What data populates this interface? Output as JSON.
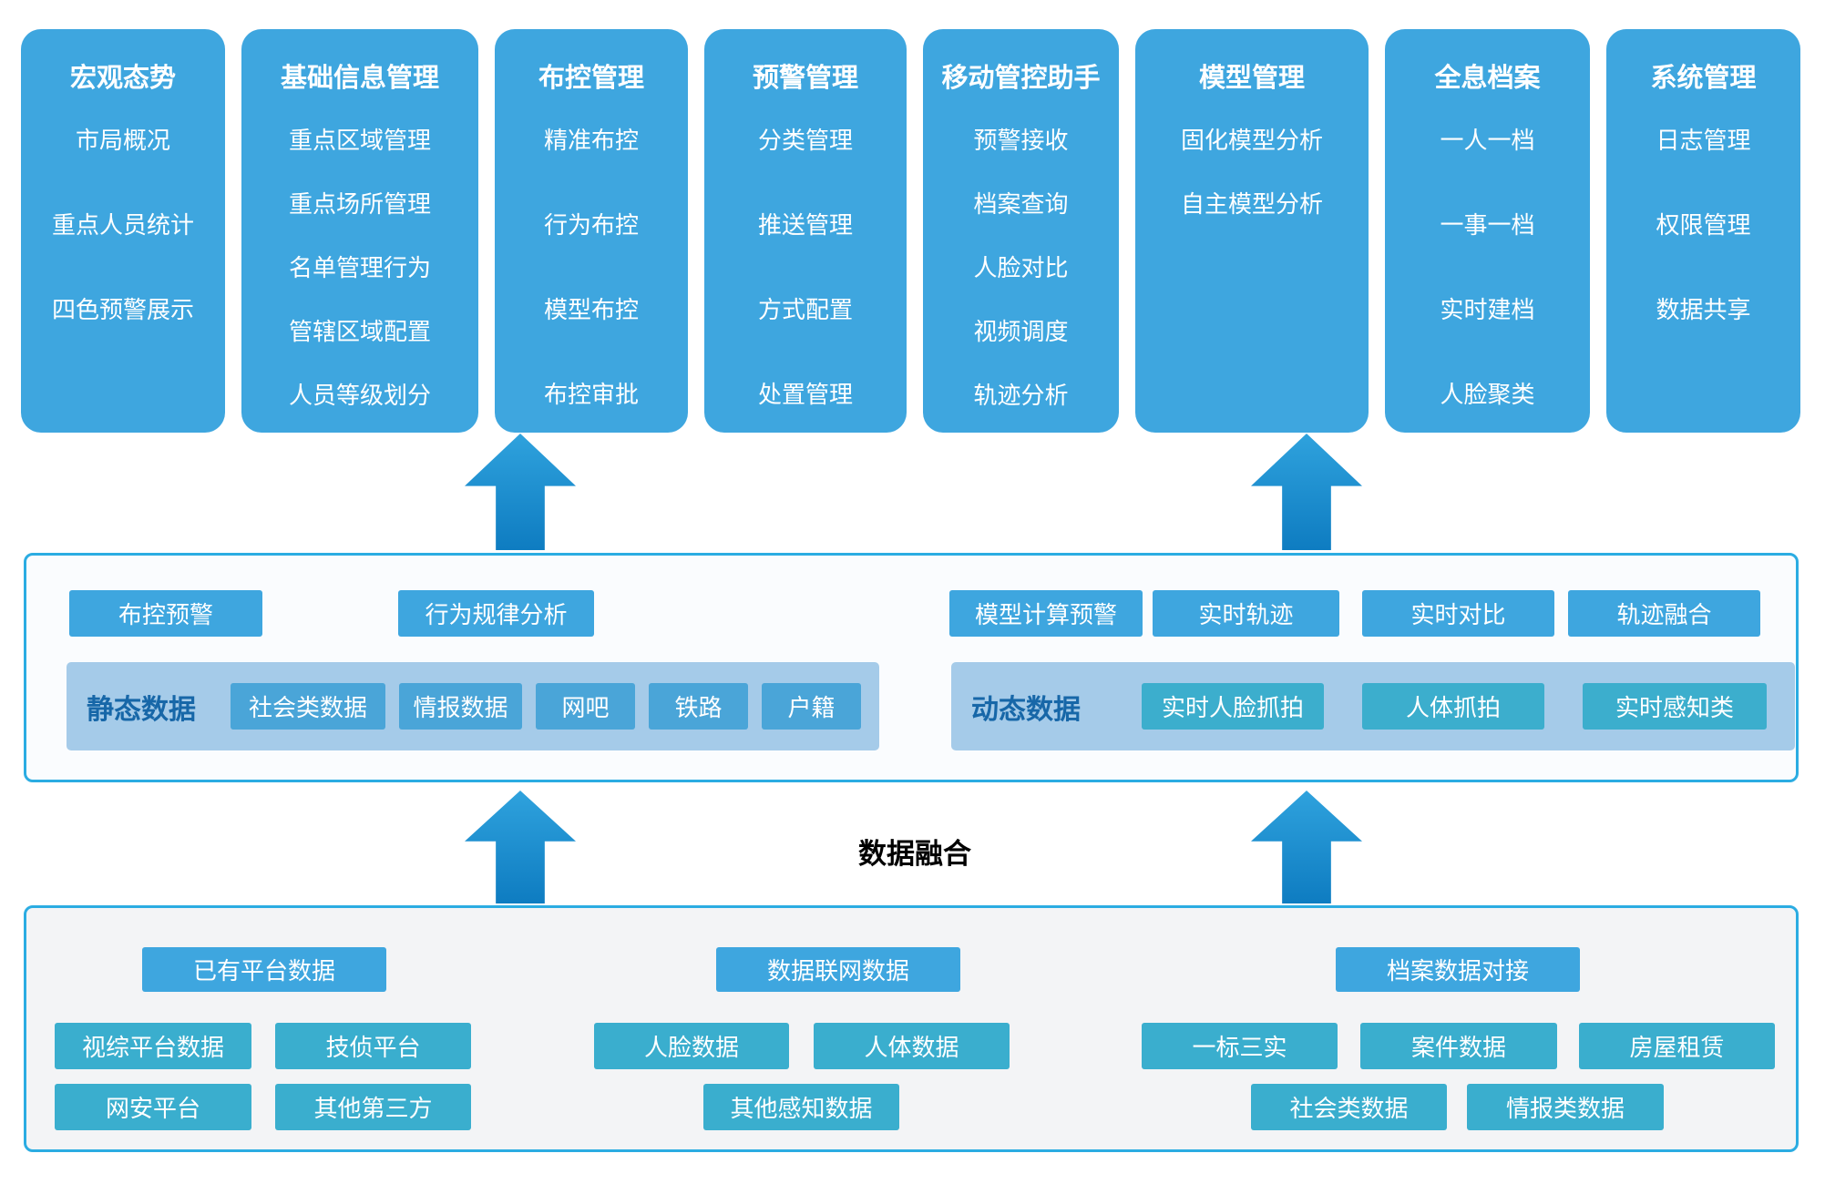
{
  "colors": {
    "module_blue": "#3EA6DF",
    "chip_teal": "#3AAECE",
    "static_item_blue": "#4AA5D8",
    "dynamic_item_teal": "#3CAECD",
    "group_bg": "#A5CBE9",
    "group_label_blue": "#1767A8",
    "panel_border": "#2BACE2",
    "arrow_gradient_top": "#2FA2DD",
    "arrow_gradient_bottom": "#0E7CC1"
  },
  "top_modules": [
    {
      "title": "宏观态势",
      "items": [
        "市局概况",
        "重点人员统计",
        "四色预警展示"
      ]
    },
    {
      "title": "基础信息管理",
      "items": [
        "重点区域管理",
        "重点场所管理",
        "名单管理行为",
        "管辖区域配置",
        "人员等级划分"
      ]
    },
    {
      "title": "布控管理",
      "items": [
        "精准布控",
        "行为布控",
        "模型布控",
        "布控审批"
      ]
    },
    {
      "title": "预警管理",
      "items": [
        "分类管理",
        "推送管理",
        "方式配置",
        "处置管理"
      ]
    },
    {
      "title": "移动管控助手",
      "items": [
        "预警接收",
        "档案查询",
        "人脸对比",
        "视频调度",
        "轨迹分析"
      ]
    },
    {
      "title": "模型管理",
      "items": [
        "固化模型分析",
        "自主模型分析"
      ]
    },
    {
      "title": "全息档案",
      "items": [
        "一人一档",
        "一事一档",
        "实时建档",
        "人脸聚类"
      ]
    },
    {
      "title": "系统管理",
      "items": [
        "日志管理",
        "权限管理",
        "数据共享"
      ]
    }
  ],
  "middle": {
    "left_buttons": [
      "布控预警",
      "行为规律分析"
    ],
    "right_buttons": [
      "模型计算预警",
      "实时轨迹",
      "实时对比",
      "轨迹融合"
    ],
    "static_group": {
      "label": "静态数据",
      "items": [
        "社会类数据",
        "情报数据",
        "网吧",
        "铁路",
        "户籍"
      ]
    },
    "dynamic_group": {
      "label": "动态数据",
      "items": [
        "实时人脸抓拍",
        "人体抓拍",
        "实时感知类"
      ]
    }
  },
  "fusion_label": "数据融合",
  "bottom": {
    "groups": [
      {
        "header": "已有平台数据",
        "row1": [
          "视综平台数据",
          "技侦平台"
        ],
        "row2": [
          "网安平台",
          "其他第三方"
        ]
      },
      {
        "header": "数据联网数据",
        "row1": [
          "人脸数据",
          "人体数据"
        ],
        "row2": [
          "其他感知数据"
        ]
      },
      {
        "header": "档案数据对接",
        "row1": [
          "一标三实",
          "案件数据",
          "房屋租赁"
        ],
        "row2": [
          "社会类数据",
          "情报类数据"
        ]
      }
    ]
  }
}
